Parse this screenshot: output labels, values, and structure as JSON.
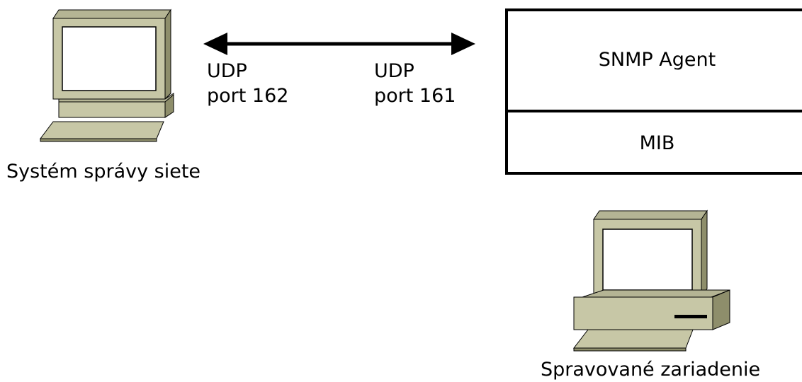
{
  "manager": {
    "label": "Systém správy siete",
    "icon": "workstation-computer-icon"
  },
  "managed_device": {
    "label": "Spravované zariadenie",
    "icon": "desktop-computer-icon"
  },
  "ports": {
    "manager_protocol": "UDP",
    "manager_port": "port 162",
    "agent_protocol": "UDP",
    "agent_port": "port 161"
  },
  "agent_stack": {
    "agent_label": "SNMP Agent",
    "mib_label": "MIB"
  },
  "colors": {
    "computer_face": "#c7c7a6",
    "computer_side": "#8e8e6b",
    "computer_top": "#b4b494",
    "screen": "#ffffff",
    "outline": "#000000"
  }
}
